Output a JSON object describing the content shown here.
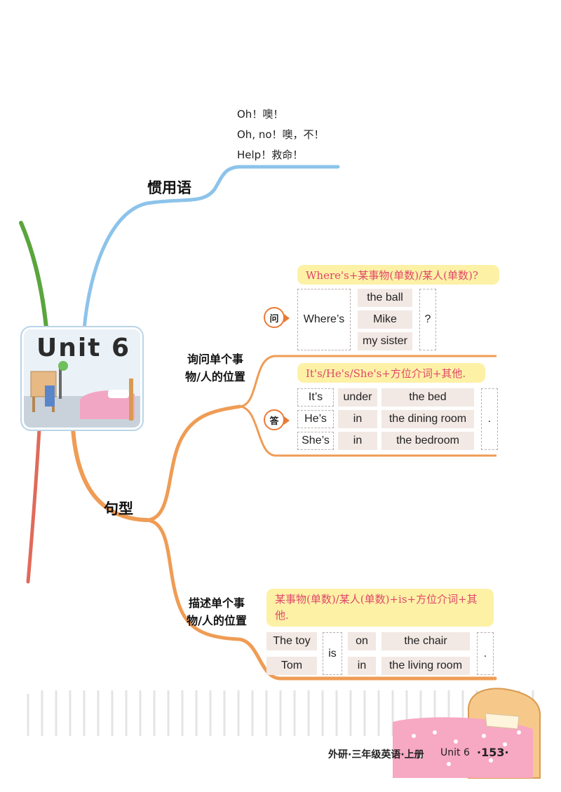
{
  "idioms": {
    "title": "惯用语",
    "items": [
      "Oh！噢！",
      "Oh, no！噢，不！",
      "Help！救命！"
    ]
  },
  "unit": {
    "title": "Unit 6"
  },
  "patterns": {
    "title": "句型",
    "ask_location": {
      "title": "询问单个事物/人的位置",
      "question": {
        "badge": "问",
        "pattern": "Where's+某事物(单数)/某人(单数)?",
        "lead": "Where’s",
        "subjects": [
          "the ball",
          "Mike",
          "my sister"
        ],
        "end": "?"
      },
      "answer": {
        "badge": "答",
        "pattern": "It's/He's/She's+方位介词+其他.",
        "rows": [
          {
            "pronoun": "It’s",
            "prep": "under",
            "place": "the bed"
          },
          {
            "pronoun": "He’s",
            "prep": "in",
            "place": "the dining room"
          },
          {
            "pronoun": "She’s",
            "prep": "in",
            "place": "the bedroom"
          }
        ],
        "end": "."
      }
    },
    "describe_location": {
      "title": "描述单个事物/人的位置",
      "pattern": "某事物(单数)/某人(单数)+is+方位介词+其他.",
      "rows": [
        {
          "subject": "The toy",
          "prep": "on",
          "place": "the chair"
        },
        {
          "subject": "Tom",
          "prep": "in",
          "place": "the living room"
        }
      ],
      "verb": "is",
      "end": "."
    }
  },
  "footer": {
    "book": "外研·三年级英语·上册",
    "unit": "Unit 6",
    "page": "·153·"
  },
  "colors": {
    "idiom_branch": "#8cc3ea",
    "pattern_branch": "#ef9c55",
    "pattern_box_bg": "#fdf1a6",
    "pattern_text": "#e0476a",
    "cell_fill": "#f2e8e4"
  }
}
